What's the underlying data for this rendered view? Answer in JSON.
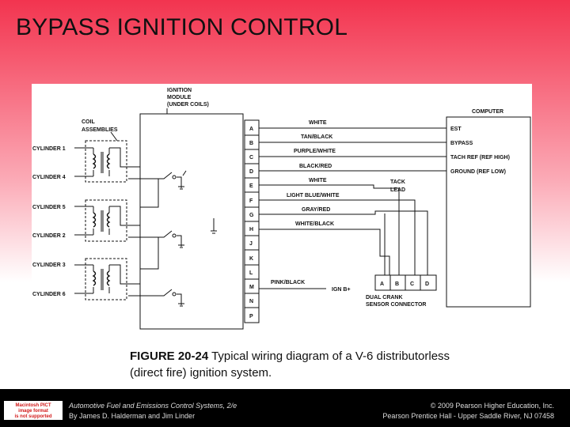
{
  "slide": {
    "title": "BYPASS IGNITION CONTROL"
  },
  "diagram": {
    "module_label": [
      "IGNITION",
      "MODULE",
      "(UNDER COILS)"
    ],
    "coil_label": [
      "COIL",
      "ASSEMBLIES"
    ],
    "computer_label": "COMPUTER",
    "cylinders": [
      "CYLINDER 1",
      "CYLINDER 4",
      "CYLINDER 5",
      "CYLINDER 2",
      "CYLINDER 3",
      "CYLINDER 6"
    ],
    "pins": [
      "A",
      "B",
      "C",
      "D",
      "E",
      "F",
      "G",
      "H",
      "J",
      "K",
      "L",
      "M",
      "N",
      "P"
    ],
    "wires": [
      "WHITE",
      "TAN/BLACK",
      "PURPLE/WHITE",
      "BLACK/RED",
      "WHITE",
      "LIGHT BLUE/WHITE",
      "GRAY/RED",
      "WHITE/BLACK",
      "PINK/BLACK"
    ],
    "computer_terminals": [
      "EST",
      "BYPASS",
      "TACH REF (REF HIGH)",
      "GROUND (REF LOW)"
    ],
    "tack_lead": [
      "TACK",
      "LEAD"
    ],
    "ign_label": "IGN B+",
    "sensor_pins": [
      "A",
      "B",
      "C",
      "D"
    ],
    "sensor_label": [
      "DUAL CRANK",
      "SENSOR CONNECTOR"
    ]
  },
  "caption": {
    "figure_number": "FIGURE 20-24",
    "text": " Typical wiring diagram of a V-6 distributorless (direct fire) ignition system."
  },
  "footer": {
    "badge_lines": [
      "Macintosh PICT",
      "image format",
      "is not supported"
    ],
    "book_title": "Automotive Fuel and Emissions Control Systems, 2/e",
    "authors": "By James D. Halderman and Jim Linder",
    "copyright": "© 2009 Pearson Higher Education, Inc.",
    "publisher": "Pearson Prentice Hall - Upper Saddle River, NJ 07458"
  }
}
